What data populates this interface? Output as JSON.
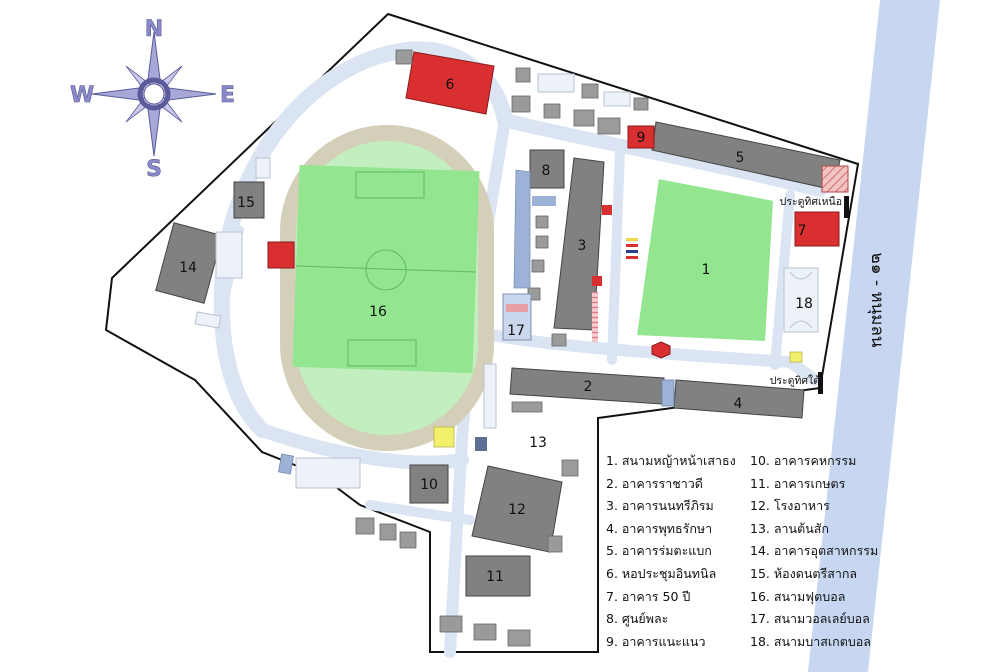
{
  "compass": {
    "north": "N",
    "south": "S",
    "east": "E",
    "west": "W"
  },
  "road_label": "๒๑ - หนุมลน",
  "gates": {
    "north": "ประตูทิศเหนือ",
    "south": "ประตูทิศใต้"
  },
  "buildings": {
    "b1": "1",
    "b2": "2",
    "b3": "3",
    "b4": "4",
    "b5": "5",
    "b6": "6",
    "b7": "7",
    "b8": "8",
    "b9": "9",
    "b10": "10",
    "b11": "11",
    "b12": "12",
    "b13": "13",
    "b14": "14",
    "b15": "15",
    "b16": "16",
    "b17": "17",
    "b18": "18"
  },
  "legend": {
    "left": [
      "1. สนามหญ้าหน้าเสาธง",
      "2. อาคารราชาวดี",
      "3. อาคารนนทรีภิรม",
      "4. อาคารพุทธรักษา",
      "5. อาคารร่มตะแบก",
      "6. หอประชุมอินทนิล",
      "7. อาคาร 50 ปี",
      "8. ศูนย์พละ",
      "9. อาคารแนะแนว"
    ],
    "right": [
      "10.  อาคารคหกรรม",
      "11.  อาคารเกษตร",
      "12.  โรงอาหาร",
      "13.  ลานต้นสัก",
      "14.  อาคารอุตสาหกรรม",
      "15.  ห้องดนตรีสากล",
      "16.  สนามฟุตบอล",
      "17.  สนามวอลเลย์บอล",
      "18.  สนามบาสเกตบอล"
    ]
  },
  "colors": {
    "road": "#dbe4f2",
    "field": "#93e590",
    "stadium": "#c2eec0",
    "track": "#d4cfb8",
    "building": "#818181",
    "red_building": "#d92f30",
    "highway": "#c7d7f2",
    "yellow": "#f2ef6a",
    "blue_court": "#9cb2d6"
  }
}
